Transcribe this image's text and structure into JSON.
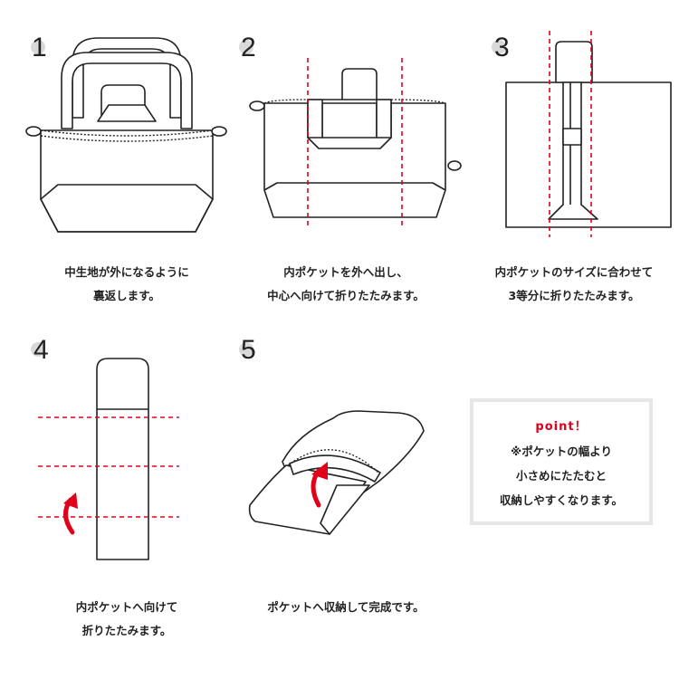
{
  "steps": [
    {
      "number": "1",
      "caption_lines": [
        "中生地が外になるように",
        "裏返します。"
      ]
    },
    {
      "number": "2",
      "caption_lines": [
        "内ポケットを外へ出し、",
        "中心へ向けて折りたたみます。"
      ]
    },
    {
      "number": "3",
      "caption_lines": [
        "内ポケットのサイズに合わせて",
        "3等分に折りたたみます。"
      ]
    },
    {
      "number": "4",
      "caption_lines": [
        "内ポケットへ向けて",
        "折りたたみます。"
      ]
    },
    {
      "number": "5",
      "caption_lines": [
        "ポケットへ収納して完成です。"
      ]
    }
  ],
  "point": {
    "title": "point！",
    "lines": [
      "※ポケットの幅より",
      "小さめにたたむと",
      "収納しやすくなります。"
    ]
  },
  "colors": {
    "fold_line": "#e0001a",
    "arrow": "#e0001a",
    "outline": "#222222",
    "box_border": "#e6e6e6"
  }
}
